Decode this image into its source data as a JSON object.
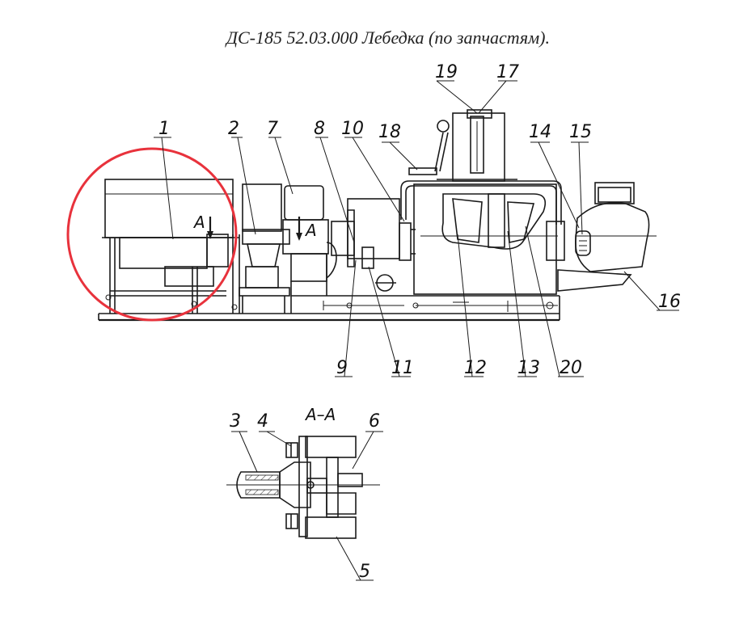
{
  "title": "ДС-185 52.03.000  Лебедка (по запчастям).",
  "section_label": "А–А",
  "section_marks": [
    "А",
    "А"
  ],
  "highlight_color": "#e8323c",
  "callouts": {
    "c1": "1",
    "c2": "2",
    "c7": "7",
    "c8": "8",
    "c10": "10",
    "c18": "18",
    "c19": "19",
    "c17": "17",
    "c14": "14",
    "c15": "15",
    "c16": "16",
    "c9": "9",
    "c11": "11",
    "c12": "12",
    "c13": "13",
    "c20": "20",
    "c3": "3",
    "c4": "4",
    "c6": "6",
    "c5": "5"
  }
}
